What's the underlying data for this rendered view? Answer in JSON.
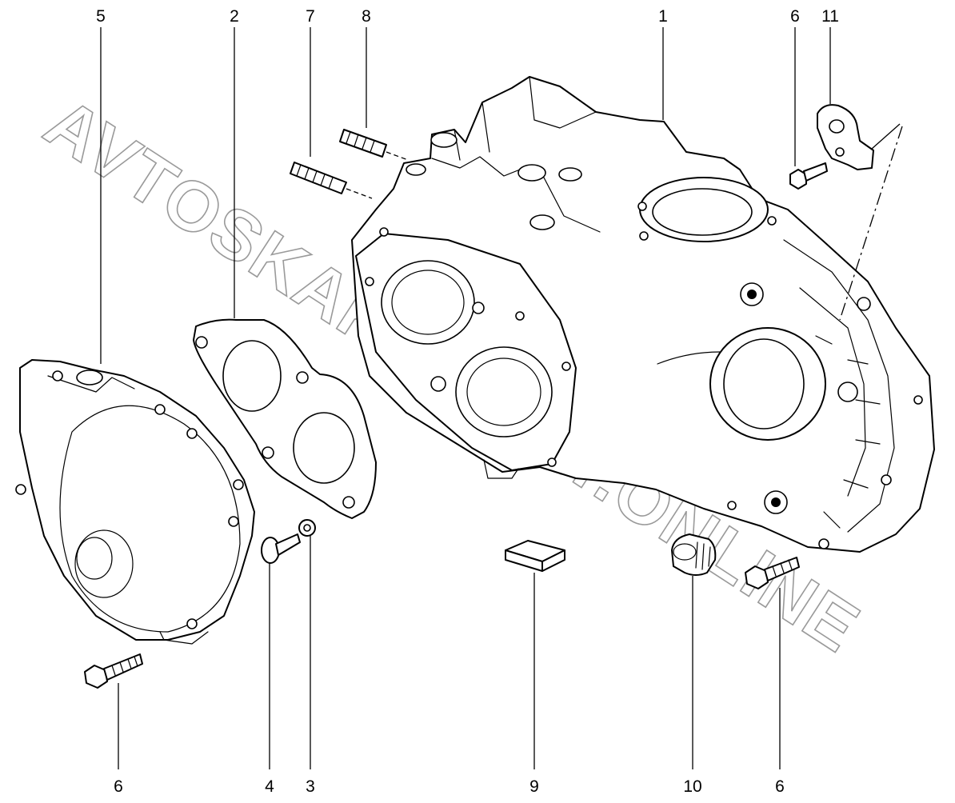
{
  "callouts": {
    "c1": "1",
    "c2": "2",
    "c3": "3",
    "c4": "4",
    "c5": "5",
    "c6a": "6",
    "c6b": "6",
    "c6c": "6",
    "c7": "7",
    "c8": "8",
    "c9": "9",
    "c10": "10",
    "c11": "11"
  },
  "watermark": {
    "text": "AVTOSKAKZ.ACAT.ONLINE"
  },
  "colors": {
    "line": "#000000",
    "watermark_outline": "#9a9a9a",
    "background": "#ffffff"
  }
}
